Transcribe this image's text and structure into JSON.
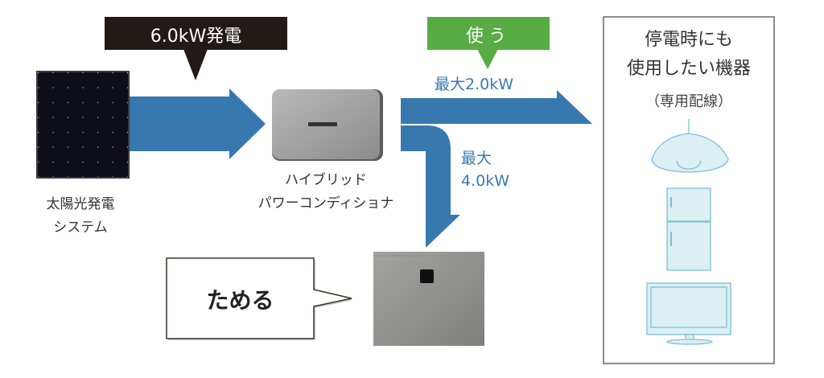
{
  "colors": {
    "arrow": "#3778ae",
    "generate_label_bg": "#221a17",
    "use_label_bg": "#58ab45",
    "appliance_fill": "#dceff3",
    "appliance_stroke": "#7fbfd6"
  },
  "generation_label": "6.0kW発電",
  "use_label": "使う",
  "solar": {
    "label_line1": "太陽光発電",
    "label_line2": "システム"
  },
  "inverter": {
    "label_line1": "ハイブリッド",
    "label_line2": "パワーコンディショナ"
  },
  "output_to_appliances": "最大2.0kW",
  "output_to_battery": {
    "line1": "最大",
    "line2": "4.0kW"
  },
  "store_label": "ためる",
  "appliance_box": {
    "title_line1": "停電時にも",
    "title_line2": "使用したい機器",
    "subtitle": "（専用配線）",
    "items": [
      "lamp-icon",
      "refrigerator-icon",
      "tv-icon"
    ]
  }
}
